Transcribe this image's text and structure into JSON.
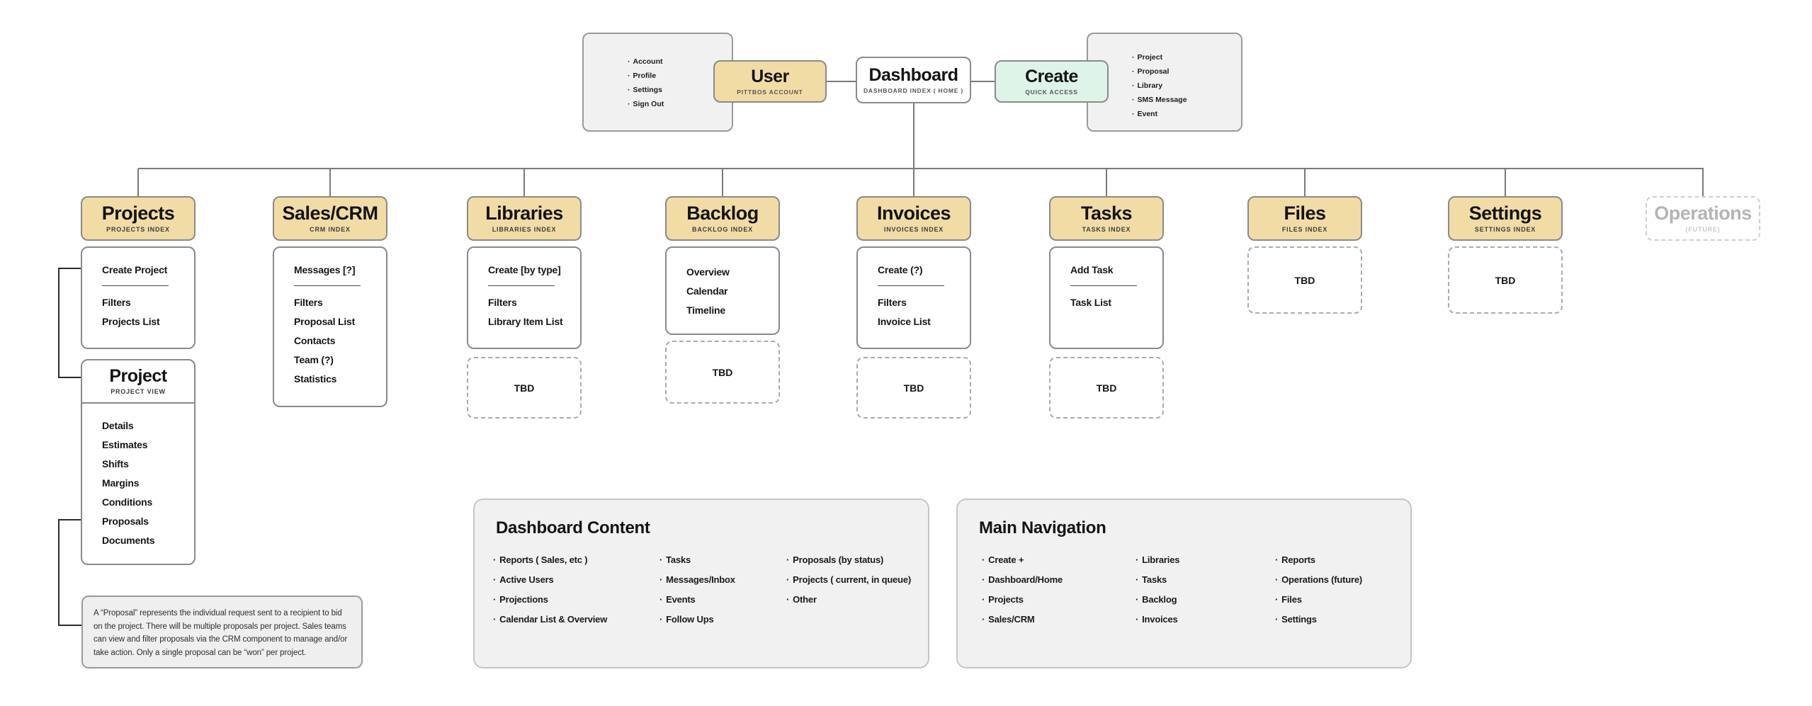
{
  "ui": {
    "bullet_char": "·",
    "tbd_label": "TBD"
  },
  "colors": {
    "index_node_fill": "#f2dca6",
    "create_node_fill": "#def4e9",
    "panel_fill": "#f1f1f1",
    "connector": "#7a7a7a"
  },
  "top": {
    "account_panel": {
      "items": [
        "Account",
        "Profile",
        "Settings",
        "Sign Out"
      ]
    },
    "user_node": {
      "title": "User",
      "subtitle": "PITTBOS ACCOUNT"
    },
    "dashboard_node": {
      "title": "Dashboard",
      "subtitle": "DASHBOARD INDEX ( HOME )"
    },
    "create_node": {
      "title": "Create",
      "subtitle": "QUICK ACCESS"
    },
    "create_panel": {
      "items": [
        "Project",
        "Proposal",
        "Library",
        "SMS Message",
        "Event"
      ]
    }
  },
  "sections": [
    {
      "title": "Projects",
      "subtitle": "PROJECTS INDEX",
      "list": [
        "Create Project",
        "Filters",
        "Projects List"
      ]
    },
    {
      "title": "Sales/CRM",
      "subtitle": "CRM INDEX",
      "list": [
        "Messages [?]",
        "Filters",
        "Proposal List",
        "Contacts",
        "Team (?)",
        "Statistics"
      ]
    },
    {
      "title": "Libraries",
      "subtitle": "LIBRARIES INDEX",
      "list": [
        "Create [by type]",
        "Filters",
        "Library Item List"
      ]
    },
    {
      "title": "Backlog",
      "subtitle": "BACKLOG INDEX",
      "list": [
        "Overview",
        "Calendar",
        "Timeline"
      ]
    },
    {
      "title": "Invoices",
      "subtitle": "INVOICES INDEX",
      "list": [
        "Create (?)",
        "Filters",
        "Invoice List"
      ]
    },
    {
      "title": "Tasks",
      "subtitle": "TASKS INDEX",
      "list": [
        "Add Task",
        "Task List"
      ]
    },
    {
      "title": "Files",
      "subtitle": "FILES INDEX",
      "list": []
    },
    {
      "title": "Settings",
      "subtitle": "SETTINGS INDEX",
      "list": []
    },
    {
      "title": "Operations",
      "subtitle": "(FUTURE)",
      "list": []
    }
  ],
  "project_view": {
    "title": "Project",
    "subtitle": "PROJECT VIEW",
    "items": [
      "Details",
      "Estimates",
      "Shifts",
      "Margins",
      "Conditions",
      "Proposals",
      "Documents"
    ]
  },
  "proposal_note": "A “Proposal” represents the individual request sent to a recipient to bid on the project. There will be multiple proposals per project. Sales teams can view and filter proposals via the CRM component to manage and/or take action. Only a single proposal can be “won” per project.",
  "dashboard_content_panel": {
    "title": "Dashboard Content",
    "columns": [
      [
        "Reports ( Sales, etc )",
        "Active Users",
        "Projections",
        "Calendar List & Overview"
      ],
      [
        "Tasks",
        "Messages/Inbox",
        "Events",
        "Follow Ups"
      ],
      [
        "Proposals (by status)",
        "Projects ( current, in queue)",
        "Other"
      ]
    ]
  },
  "main_navigation_panel": {
    "title": "Main Navigation",
    "columns": [
      [
        "Create +",
        "Dashboard/Home",
        "Projects",
        "Sales/CRM"
      ],
      [
        "Libraries",
        "Tasks",
        "Backlog",
        "Invoices"
      ],
      [
        "Reports",
        "Operations (future)",
        "Files",
        "Settings"
      ]
    ]
  }
}
